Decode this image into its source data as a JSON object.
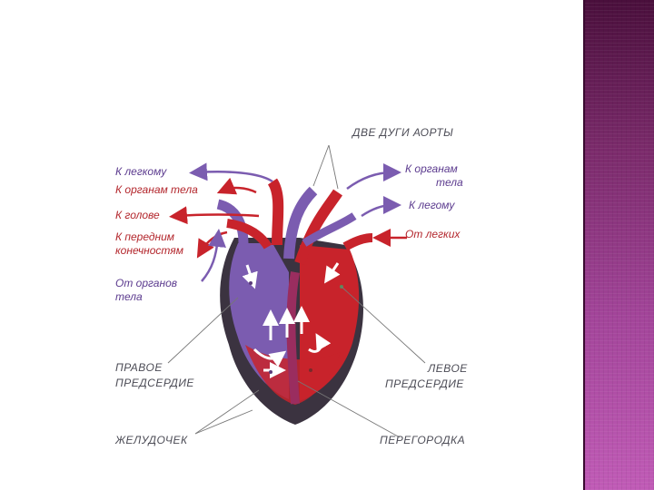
{
  "labels": {
    "two_aortic_arches": "ДВЕ ДУГИ АОРТЫ",
    "to_lung_left": "К легкому",
    "to_body_organs_left": "К органам тела",
    "to_head": "К голове",
    "to_forelimbs_1": "К передним",
    "to_forelimbs_2": "конечностям",
    "from_body_organs_1": "От органов",
    "from_body_organs_2": "тела",
    "right_atrium_1": "ПРАВОЕ",
    "right_atrium_2": "ПРЕДСЕРДИЕ",
    "ventricle": "ЖЕЛУДОЧЕК",
    "to_body_organs_right_1": "К органам",
    "to_body_organs_right_2": "тела",
    "to_lung_right": "К легому",
    "from_lungs": "От легких",
    "left_atrium_1": "ЛЕВОЕ",
    "left_atrium_2": "ПРЕДСЕРДИЕ",
    "septum": "ПЕРЕГОРОДКА"
  },
  "colors": {
    "arterial_red": "#c8232b",
    "venous_violet": "#7b5cb0",
    "heart_outline": "#3b3340",
    "side_band": "#9a3d8f"
  }
}
